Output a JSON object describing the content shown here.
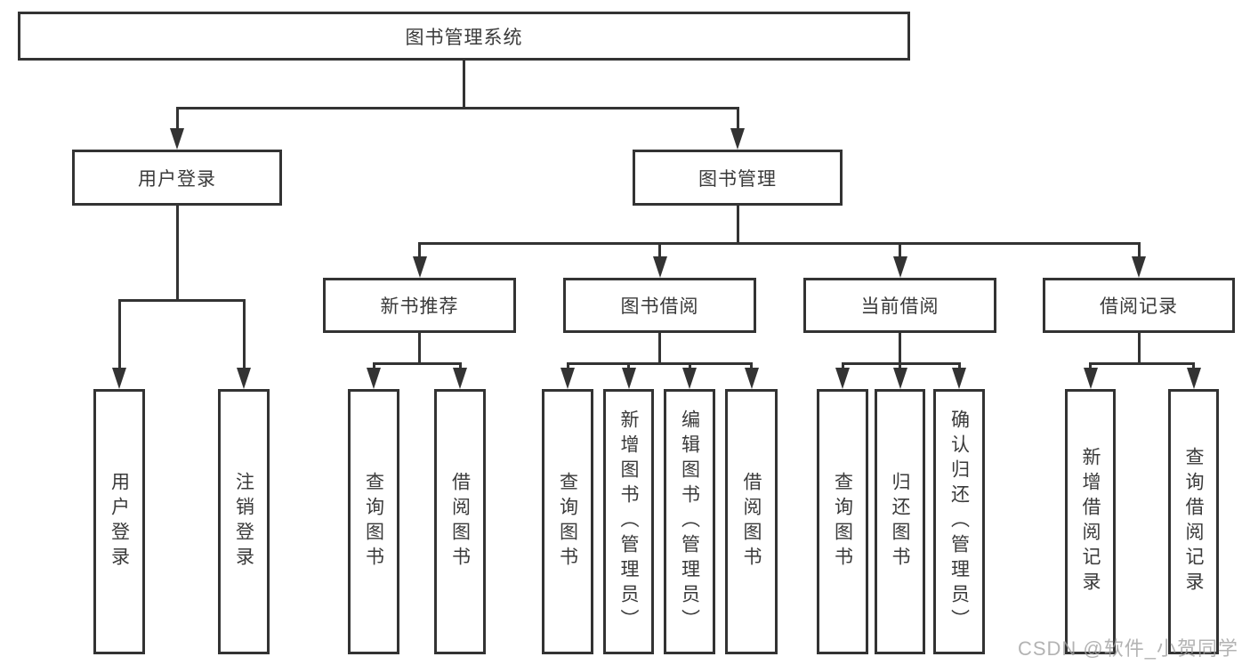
{
  "diagram": {
    "type": "hierarchy-tree",
    "colors": {
      "line": "#333333",
      "text": "#3a3a3a",
      "background": "#ffffff",
      "watermark": "#a0a0a0"
    },
    "watermark": "CSDN @软件_小贺同学",
    "nodes": [
      {
        "id": "root",
        "label": "图书管理系统",
        "parent": null
      },
      {
        "id": "user-login",
        "label": "用户登录",
        "parent": "root"
      },
      {
        "id": "book-mgmt",
        "label": "图书管理",
        "parent": "root"
      },
      {
        "id": "login",
        "label": "用户登录",
        "parent": "user-login"
      },
      {
        "id": "logout",
        "label": "注销登录",
        "parent": "user-login"
      },
      {
        "id": "new-books",
        "label": "新书推荐",
        "parent": "book-mgmt"
      },
      {
        "id": "book-borrow",
        "label": "图书借阅",
        "parent": "book-mgmt"
      },
      {
        "id": "current-borrow",
        "label": "当前借阅",
        "parent": "book-mgmt"
      },
      {
        "id": "borrow-records",
        "label": "借阅记录",
        "parent": "book-mgmt"
      },
      {
        "id": "nb-query",
        "label": "查询图书",
        "parent": "new-books"
      },
      {
        "id": "nb-borrow",
        "label": "借阅图书",
        "parent": "new-books"
      },
      {
        "id": "bb-query",
        "label": "查询图书",
        "parent": "book-borrow"
      },
      {
        "id": "bb-add",
        "label": "新增图书（管理员）",
        "parent": "book-borrow"
      },
      {
        "id": "bb-edit",
        "label": "编辑图书（管理员）",
        "parent": "book-borrow"
      },
      {
        "id": "bb-borrow",
        "label": "借阅图书",
        "parent": "book-borrow"
      },
      {
        "id": "cb-query",
        "label": "查询图书",
        "parent": "current-borrow"
      },
      {
        "id": "cb-return",
        "label": "归还图书",
        "parent": "current-borrow"
      },
      {
        "id": "cb-confirm",
        "label": "确认归还（管理员）",
        "parent": "current-borrow"
      },
      {
        "id": "br-add",
        "label": "新增借阅记录",
        "parent": "borrow-records"
      },
      {
        "id": "br-query",
        "label": "查询借阅记录",
        "parent": "borrow-records"
      }
    ]
  }
}
